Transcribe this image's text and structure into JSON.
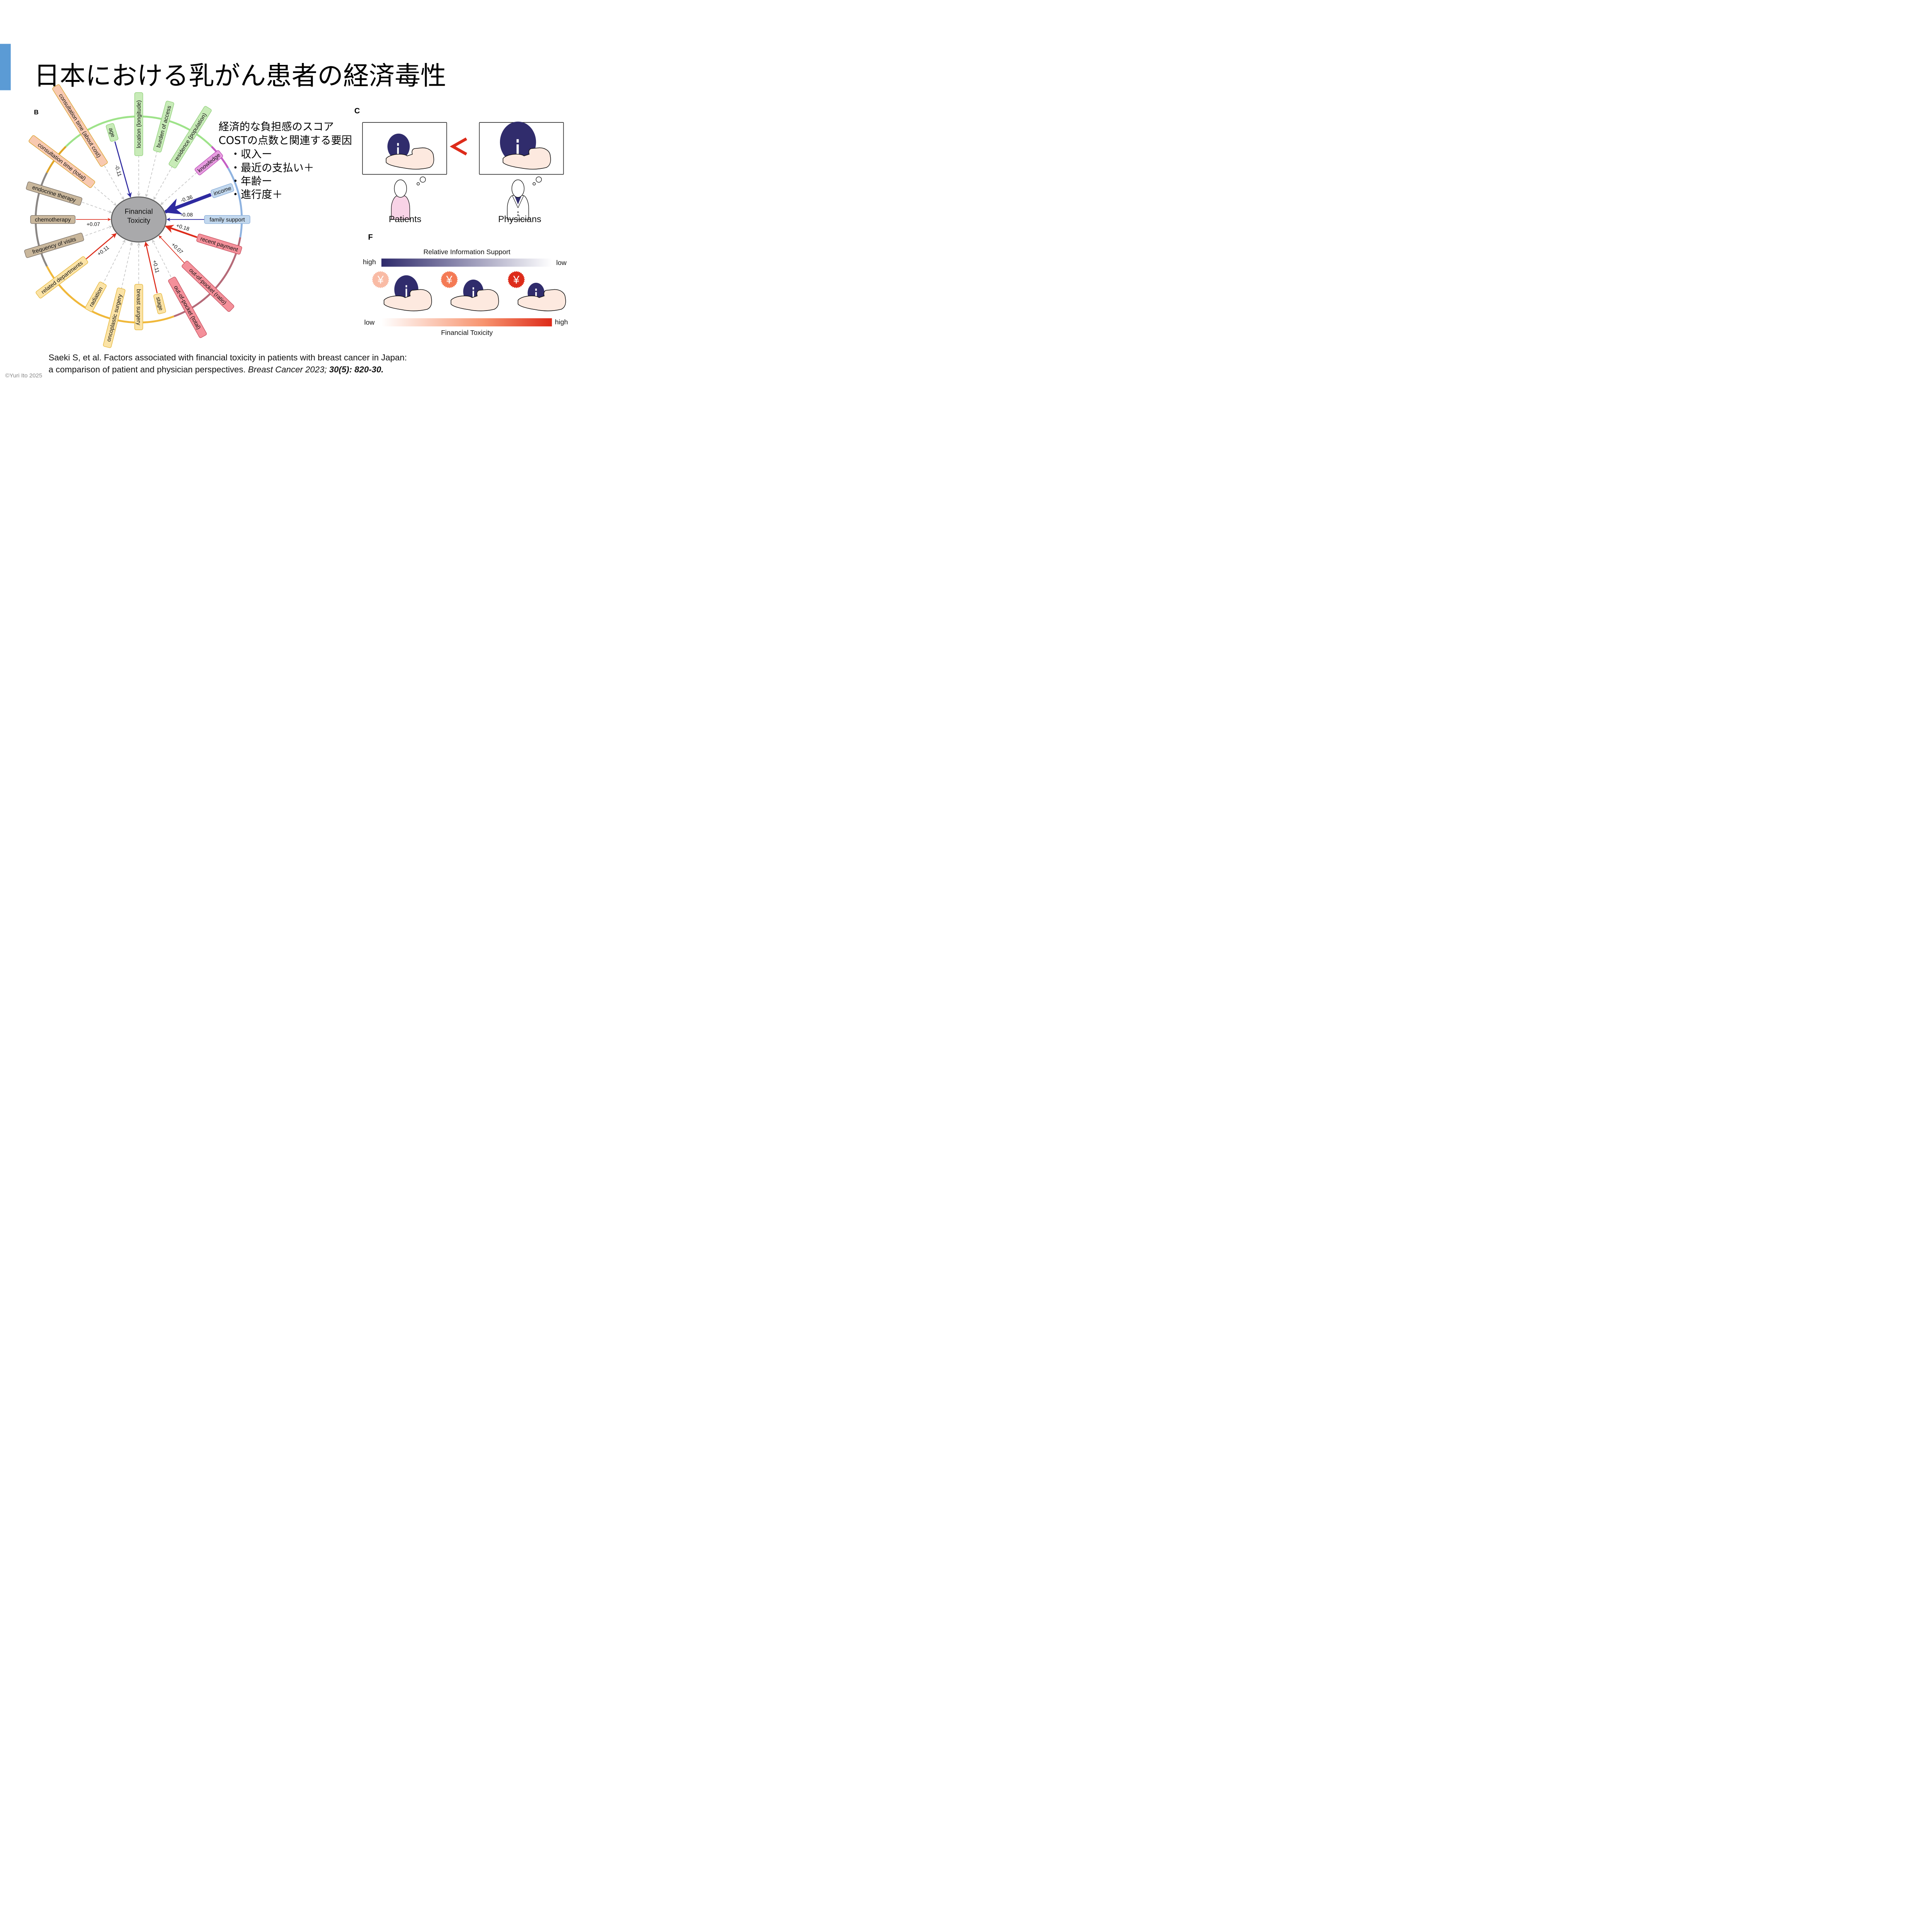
{
  "slide": {
    "title": "日本における乳がん患者の経済毒性",
    "accent_color": "#5b9bd5",
    "copyright": "©Yuri Ito 2025"
  },
  "panel_b": {
    "label": "B",
    "center": {
      "line1": "Financial",
      "line2": "Toxicity"
    },
    "nodes": [
      {
        "id": "consultation-time-about-cost",
        "label": "consultation time (about cost)",
        "group": "consultation",
        "coef": null
      },
      {
        "id": "consultation-time-total",
        "label": "consultation time (total)",
        "group": "consultation",
        "coef": null
      },
      {
        "id": "endocrine-therapy",
        "label": "endocrine therapy",
        "group": "treatment",
        "coef": null
      },
      {
        "id": "chemotherapy",
        "label": "chemotherapy",
        "group": "treatment",
        "coef": "+0.07"
      },
      {
        "id": "frequency-of-visits",
        "label": "frequency of visits",
        "group": "treatment",
        "coef": null
      },
      {
        "id": "related-departments",
        "label": "related departments",
        "group": "clinical",
        "coef": "+0.11"
      },
      {
        "id": "radiation",
        "label": "radiation",
        "group": "clinical",
        "coef": null
      },
      {
        "id": "oncoplastic-surgery",
        "label": "oncoplastic surgery",
        "group": "clinical",
        "coef": null
      },
      {
        "id": "breast-surgery",
        "label": "breast surgery",
        "group": "clinical",
        "coef": null
      },
      {
        "id": "stage",
        "label": "stage",
        "group": "clinical",
        "coef": "+0.11"
      },
      {
        "id": "out-of-pocket-total",
        "label": "out-of-pocket (total)",
        "group": "cost",
        "coef": null
      },
      {
        "id": "out-of-pocket-ratio",
        "label": "out-of-pocket (ratio)",
        "group": "cost",
        "coef": "+0.07"
      },
      {
        "id": "recent-payment",
        "label": "recent payment",
        "group": "cost",
        "coef": "+0.18"
      },
      {
        "id": "family-support",
        "label": "family support",
        "group": "social",
        "coef": "-0.08"
      },
      {
        "id": "income",
        "label": "income",
        "group": "social",
        "coef": "-0.36"
      },
      {
        "id": "knowledge",
        "label": "knowledge",
        "group": "knowledge",
        "coef": null
      },
      {
        "id": "residence-population",
        "label": "residence (population)",
        "group": "geography",
        "coef": null
      },
      {
        "id": "burden-of-access",
        "label": "burden of access",
        "group": "geography",
        "coef": null
      },
      {
        "id": "location-longitude",
        "label": "location (longitude)",
        "group": "geography",
        "coef": null
      },
      {
        "id": "age",
        "label": "age",
        "group": "geography",
        "coef": "-0.11"
      }
    ],
    "group_colors": {
      "consultation": {
        "fill": "#f8c9b0",
        "stroke": "#d9a32a",
        "arc": "#e0a526"
      },
      "treatment": {
        "fill": "#c9b79c",
        "stroke": "#7a7066",
        "arc": "#8a8684"
      },
      "clinical": {
        "fill": "#fbe3a6",
        "stroke": "#e5b73b",
        "arc": "#f0b83a"
      },
      "cost": {
        "fill": "#f4909a",
        "stroke": "#c6505e",
        "arc": "#b56a78"
      },
      "social": {
        "fill": "#c2d8ee",
        "stroke": "#88acd8",
        "arc": "#8fb3e0"
      },
      "knowledge": {
        "fill": "#e79be0",
        "stroke": "#b950b4",
        "arc": "#c45dc4"
      },
      "geography": {
        "fill": "#c8ebb8",
        "stroke": "#91d17b",
        "arc": "#9ee38a"
      }
    },
    "edge_colors": {
      "positive": "#dd2b1a",
      "negative": "#2e2aa0",
      "ns": "#c8c8c8"
    }
  },
  "text_block": {
    "line1": "経済的な負担感のスコア",
    "line2": "COSTの点数と関連する要因",
    "bullets": [
      "・収入ー",
      "・最近の支払い＋",
      "・年齢ー",
      "・進行度＋"
    ]
  },
  "panel_c": {
    "label": "C",
    "comparator": "<",
    "patients_label": "Patients",
    "physicians_label": "Physicians",
    "info_glyph": "i"
  },
  "panel_f": {
    "label": "F",
    "top_bar": {
      "title": "Relative Information Support",
      "left": "high",
      "right": "low",
      "from": "#2e2a6b",
      "to": "#ffffff"
    },
    "bottom_bar": {
      "title": "Financial Toxicity",
      "left": "low",
      "right": "high",
      "from": "#ffffff",
      "to": "#dd2b1a"
    },
    "yen_glyph": "¥",
    "yen_colors": [
      "#f9bba5",
      "#f47a55",
      "#dd2b1a"
    ],
    "info_glyph": "i"
  },
  "citation": {
    "line1": "Saeki S, et al. Factors associated with financial toxicity in patients with breast cancer in Japan:",
    "line2_plain": "a comparison of patient and physician perspectives. ",
    "line2_italic": "Breast Cancer 2023; ",
    "line2_bold_italic": "30(5): 820-30."
  }
}
